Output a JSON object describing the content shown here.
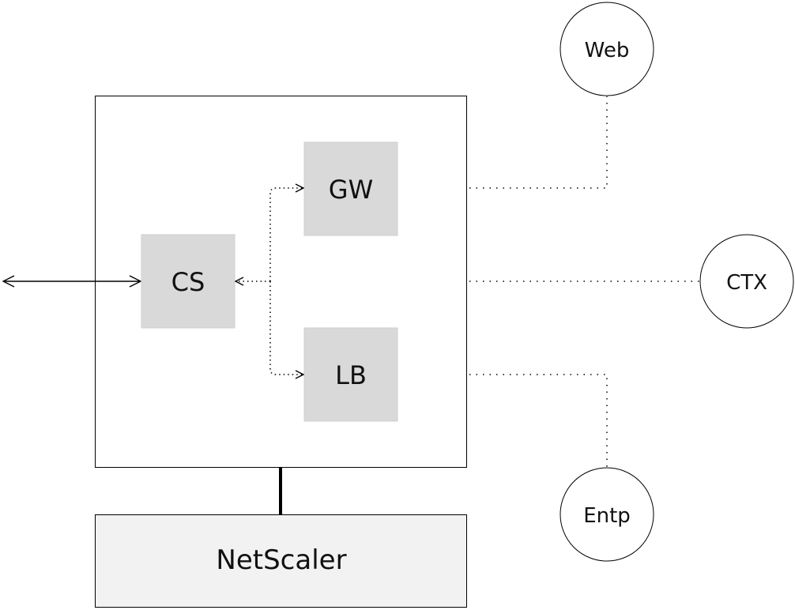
{
  "nodes": {
    "cs": "CS",
    "gw": "GW",
    "lb": "LB",
    "netscaler": "NetScaler",
    "web": "Web",
    "ctx": "CTX",
    "entp": "Entp"
  },
  "colors": {
    "inner_box_fill": "#d9d9d9",
    "netscaler_fill": "#f2f2f2",
    "stroke": "#000000"
  }
}
